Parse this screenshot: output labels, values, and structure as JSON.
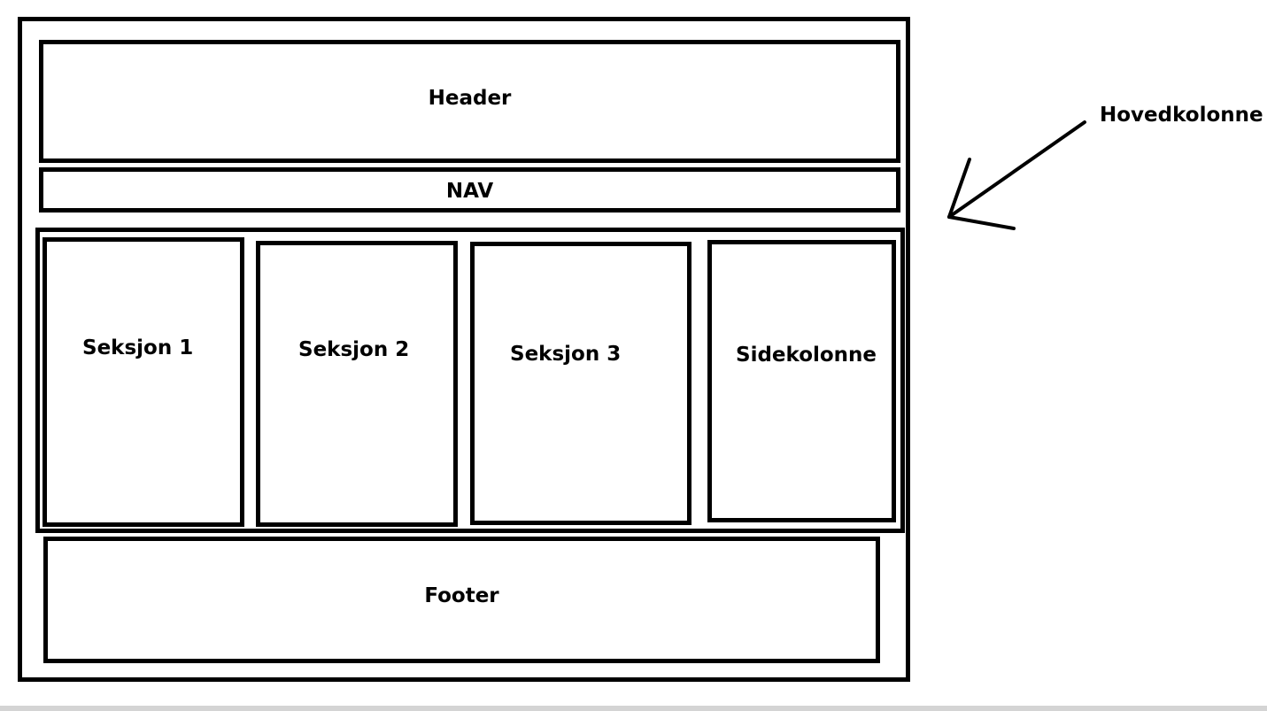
{
  "diagram": {
    "header_label": "Header",
    "nav_label": "NAV",
    "sections": [
      {
        "label": "Seksjon 1"
      },
      {
        "label": "Seksjon 2"
      },
      {
        "label": "Seksjon 3"
      }
    ],
    "sidebar_label": "Sidekolonne",
    "footer_label": "Footer",
    "callout_label": "Hovedkolonne"
  },
  "colors": {
    "stroke": "#000000",
    "background": "#ffffff"
  }
}
